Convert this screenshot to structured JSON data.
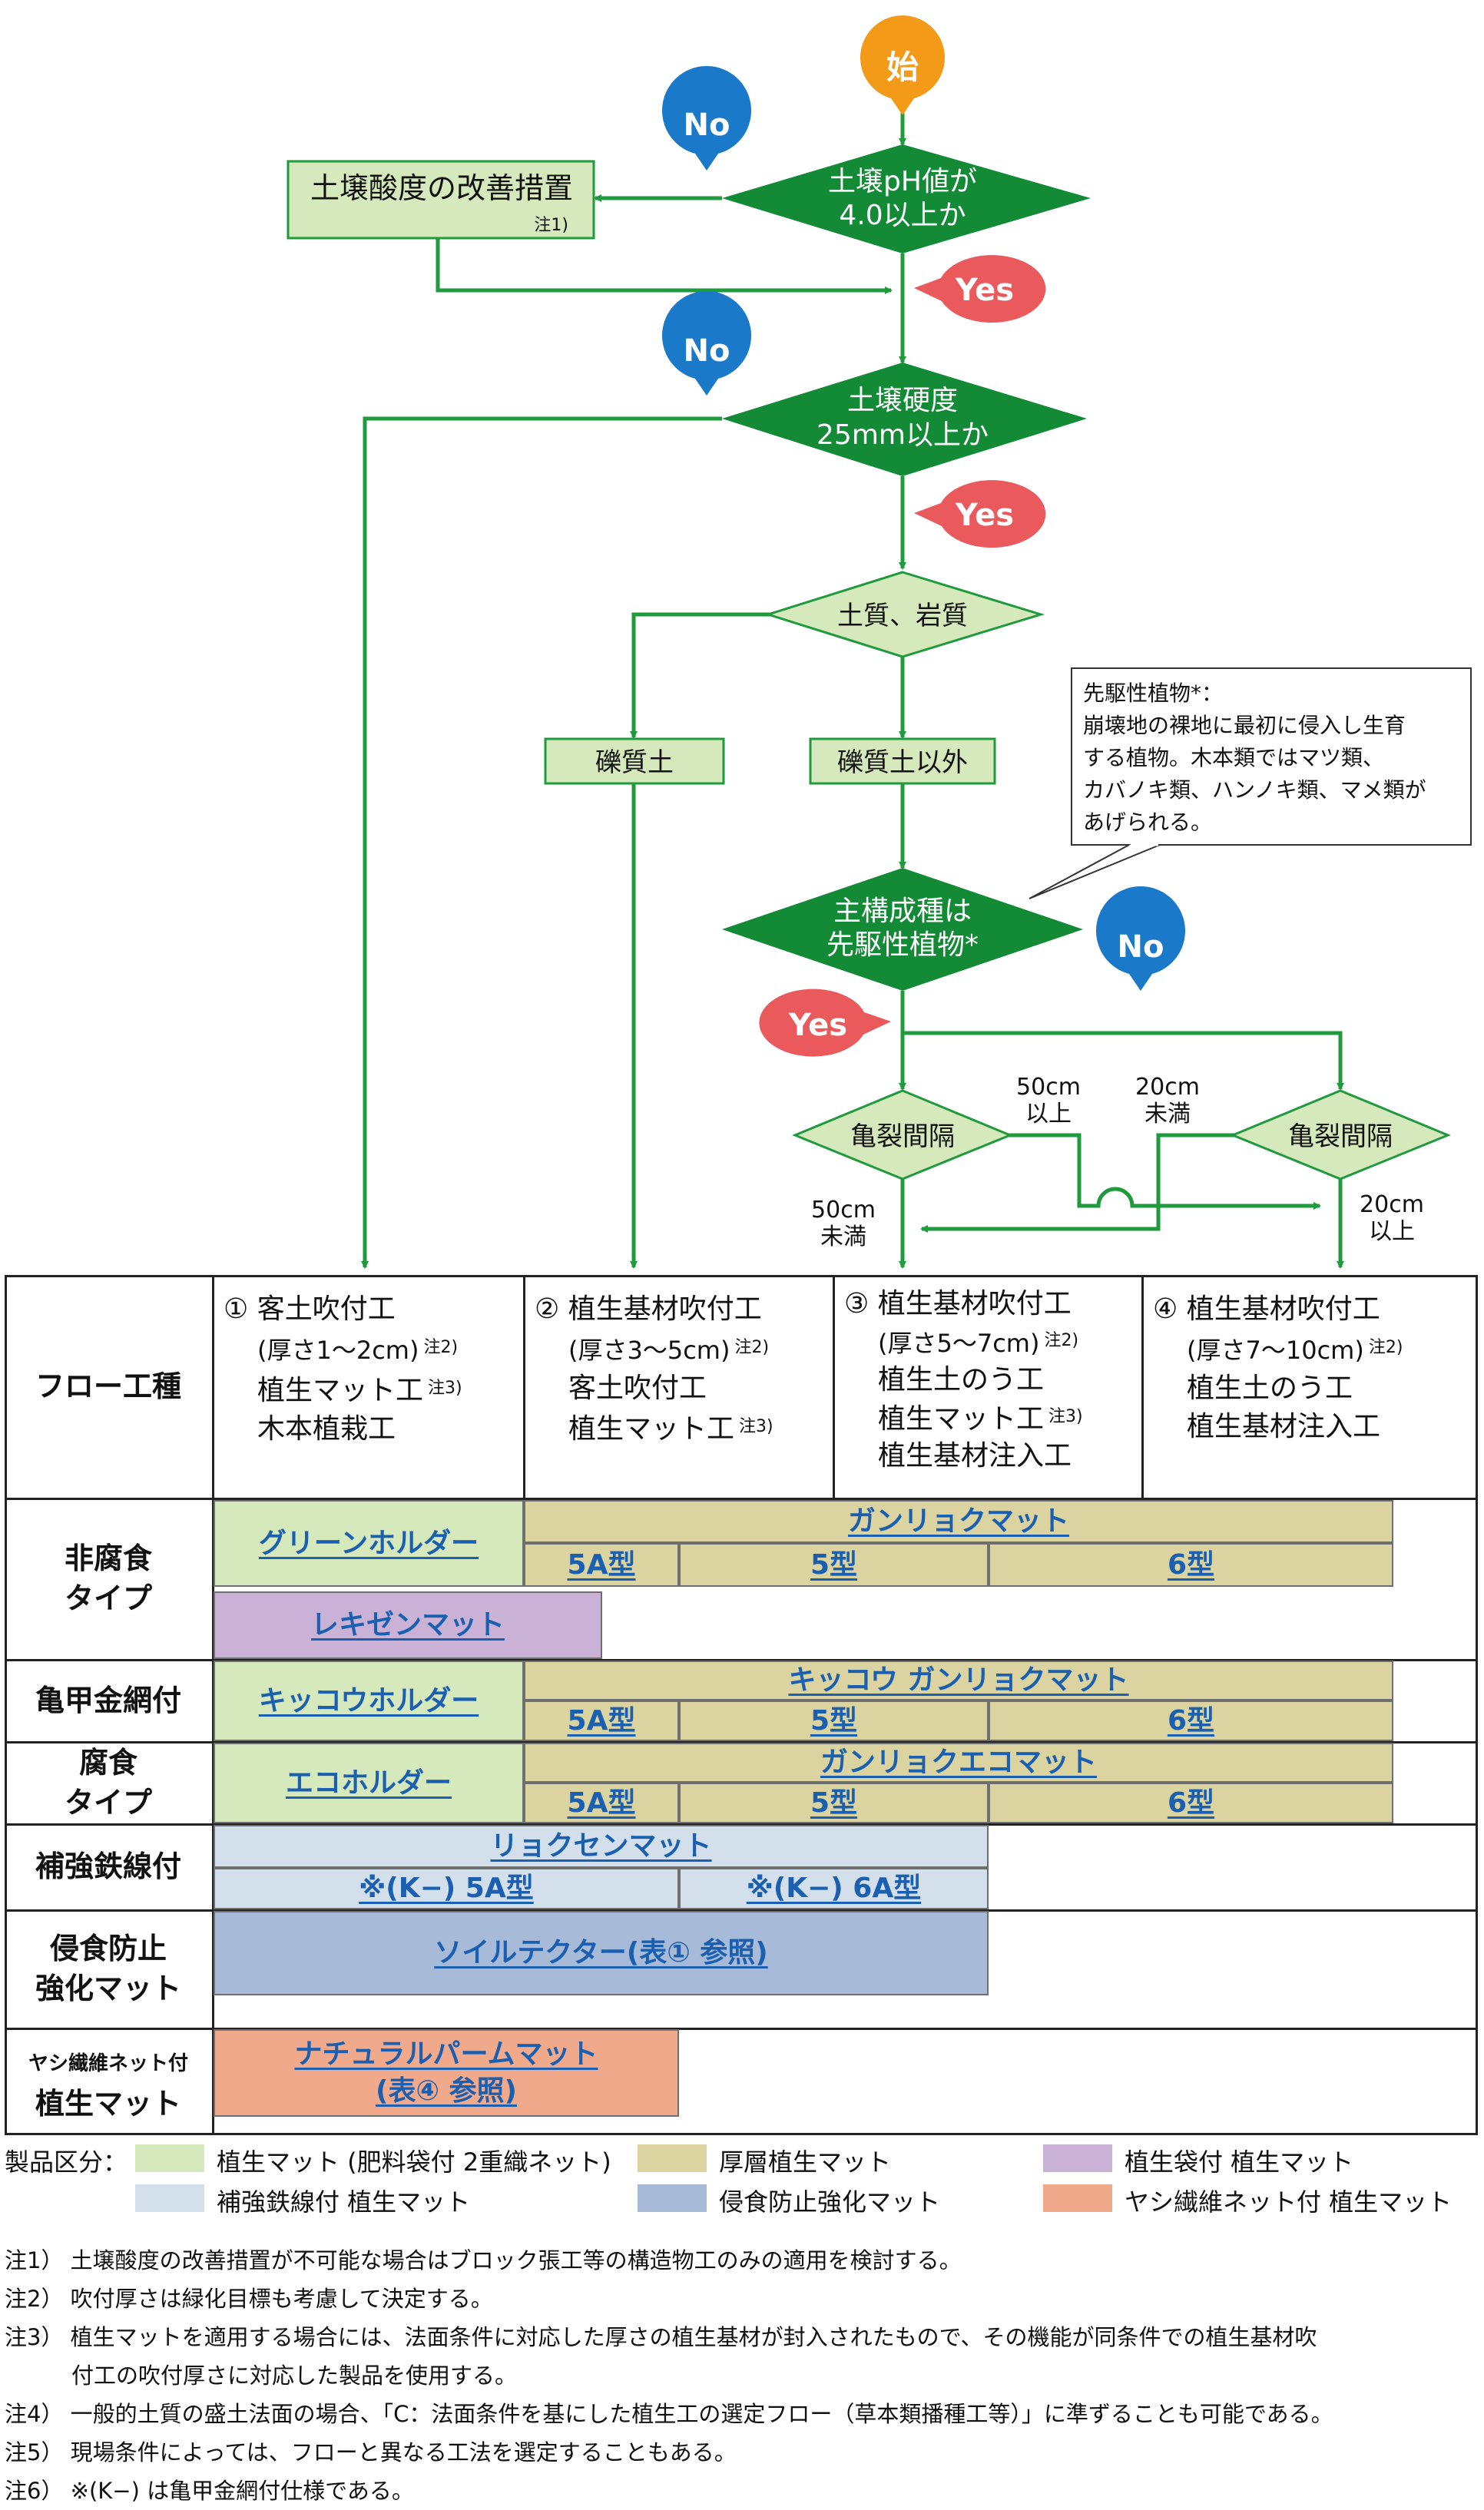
{
  "flow": {
    "start": "始",
    "yes": "Yes",
    "no": "No",
    "ph_q": [
      "土壌pH値が",
      "4.0以上か"
    ],
    "acid_box": "土壌酸度の改善措置",
    "acid_note": "注1)",
    "hard_q": [
      "土壌硬度",
      "25mm以上か"
    ],
    "soil_q": "土質、岩質",
    "gravel": "礫質土",
    "non_gravel": "礫質土以外",
    "pioneer_q": [
      "主構成種は",
      "先駆性植物*"
    ],
    "pioneer_note": [
      "先駆性植物*：",
      "崩壊地の裸地に最初に侵入し生育",
      "する植物。木本類ではマツ類、",
      "カバノキ類、ハンノキ類、マメ類が",
      "あげられる。"
    ],
    "crack": "亀裂間隔",
    "lbl_50_over": [
      "50cm",
      "以上"
    ],
    "lbl_20_under": [
      "20cm",
      "未満"
    ],
    "lbl_50_under": [
      "50cm",
      "未満"
    ],
    "lbl_20_over": [
      "20cm",
      "以上"
    ]
  },
  "table": {
    "flow_label": "フロー工種",
    "works": [
      {
        "no": "①",
        "lines": [
          {
            "t": "客土吹付工",
            "n": ""
          },
          {
            "t": "(厚さ1～2cm)",
            "n": "注2)"
          },
          {
            "t": "植生マット工",
            "n": "注3)"
          },
          {
            "t": "木本植栽工",
            "n": ""
          }
        ]
      },
      {
        "no": "②",
        "lines": [
          {
            "t": "植生基材吹付工",
            "n": ""
          },
          {
            "t": "(厚さ3～5cm)",
            "n": "注2)"
          },
          {
            "t": "客土吹付工",
            "n": ""
          },
          {
            "t": "植生マット工",
            "n": "注3)"
          }
        ]
      },
      {
        "no": "③",
        "lines": [
          {
            "t": "植生基材吹付工",
            "n": ""
          },
          {
            "t": "(厚さ5～7cm)",
            "n": "注2)"
          },
          {
            "t": "植生土のう工",
            "n": ""
          },
          {
            "t": "植生マット工",
            "n": "注3)"
          },
          {
            "t": "植生基材注入工",
            "n": ""
          }
        ]
      },
      {
        "no": "④",
        "lines": [
          {
            "t": "植生基材吹付工",
            "n": ""
          },
          {
            "t": "(厚さ7～10cm)",
            "n": "注2)"
          },
          {
            "t": "植生土のう工",
            "n": ""
          },
          {
            "t": "植生基材注入工",
            "n": ""
          }
        ]
      }
    ],
    "rows": {
      "nonrot": [
        "非腐食",
        "タイプ"
      ],
      "kikko": "亀甲金網付",
      "rot": [
        "腐食",
        "タイプ"
      ],
      "steel": "補強鉄線付",
      "erosion": [
        "侵食防止",
        "強化マット"
      ],
      "palm": [
        "ヤシ繊維ネット付",
        "植生マット"
      ]
    },
    "products": {
      "green_holder": "グリーンホルダー",
      "ganriyoku_mat": "ガンリョクマット",
      "t5a": "5A型",
      "t5": "5型",
      "t6": "6型",
      "rekizen": "レキゼンマット",
      "kikko_holder": "キッコウホルダー",
      "kikko_ganriyoku": "キッコウ ガンリョクマット",
      "eco_holder": "エコホルダー",
      "ganriyoku_eco": "ガンリョクエコマット",
      "ryokusen": "リョクセンマット",
      "k5a": "※(K−) 5A型",
      "k6a": "※(K−) 6A型",
      "soil_tector": "ソイルテクター(表① 参照)",
      "natural_palm": [
        "ナチュラルパームマット",
        "(表④ 参照)"
      ]
    }
  },
  "legend": {
    "label": "製品区分：",
    "items": [
      {
        "name": "植生マット (肥料袋付 2重織ネット)",
        "color": "#d6e9bc"
      },
      {
        "name": "厚層植生マット",
        "color": "#dbd3a0"
      },
      {
        "name": "植生袋付 植生マット",
        "color": "#cab2d7"
      },
      {
        "name": "補強鉄線付 植生マット",
        "color": "#d3e0ec"
      },
      {
        "name": "侵食防止強化マット",
        "color": "#a7bad8"
      },
      {
        "name": "ヤシ繊維ネット付 植生マット",
        "color": "#f0a98b"
      }
    ]
  },
  "notes": [
    "注1） 土壌酸度の改善措置が不可能な場合はブロック張工等の構造物工のみの適用を検討する。",
    "注2） 吹付厚さは緑化目標も考慮して決定する。",
    "注3） 植生マットを適用する場合には、法面条件に対応した厚さの植生基材が封入されたもので、その機能が同条件での植生基材吹",
    "　　　付工の吹付厚さに対応した製品を使用する。",
    "注4） 一般的土質の盛土法面の場合、「C：法面条件を基にした植生工の選定フロー（草本類播種工等）」に準ずることも可能である。",
    "注5） 現場条件によっては、フローと異なる工法を選定することもある。",
    "注6） ※(K−) は亀甲金網付仕様である。"
  ],
  "colors": {
    "flow_green": "#1f9a3c",
    "dark_green": "#138a36",
    "yes_red": "#ea5a5d",
    "no_blue": "#1a79c8",
    "start_orange": "#f39a19"
  }
}
